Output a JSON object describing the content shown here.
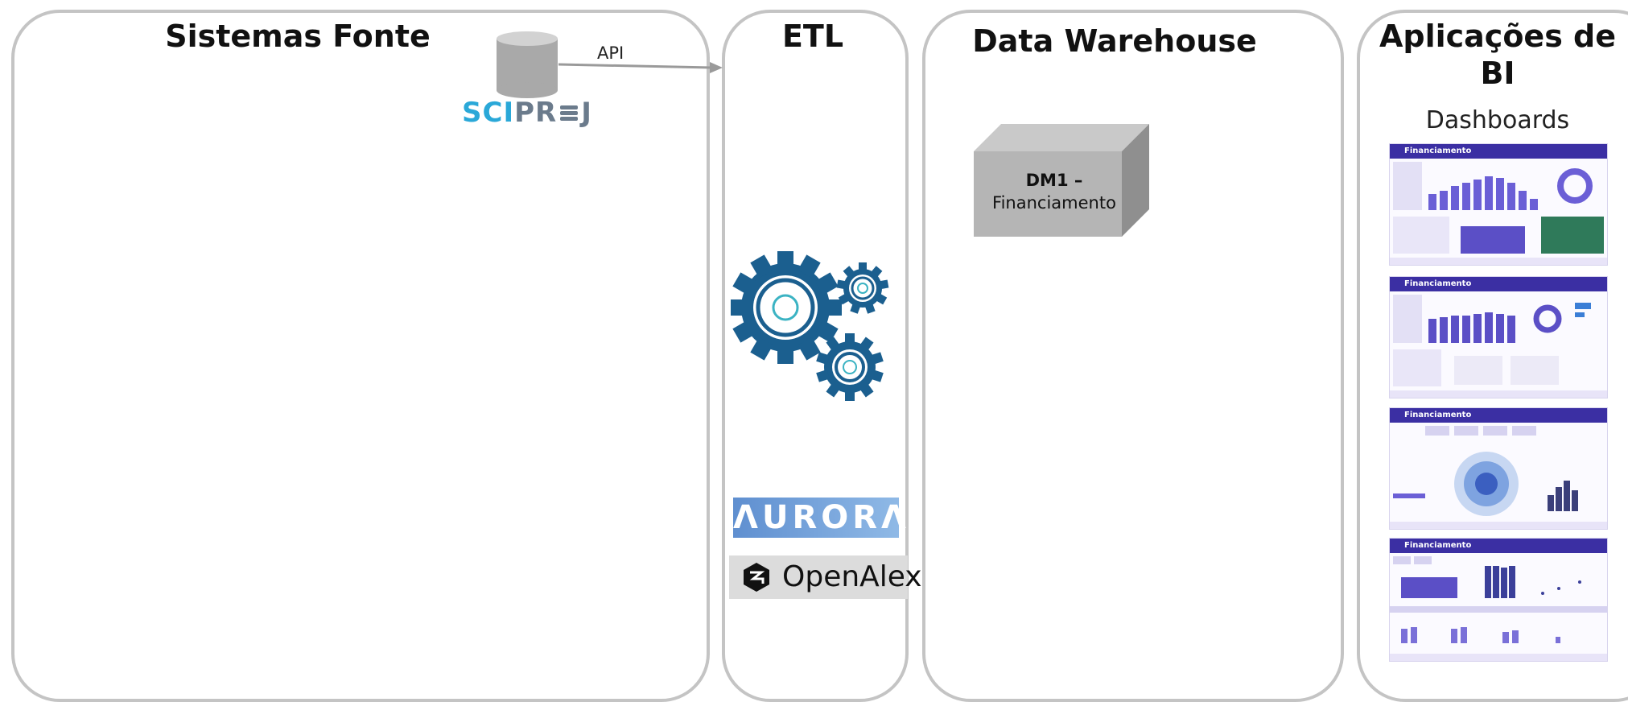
{
  "columns": {
    "sources": {
      "title": "Sistemas Fonte"
    },
    "etl": {
      "title": "ETL"
    },
    "warehouse": {
      "title": "Data Warehouse"
    },
    "bi": {
      "title_line1": "Aplicações de",
      "title_line2": "BI",
      "subtitle": "Dashboards"
    }
  },
  "source_system": {
    "logo_part1": "SCI",
    "logo_part2": "PR",
    "logo_part3": "J",
    "connector_label": "API"
  },
  "data_mart": {
    "line1": "DM1 –",
    "line2": "Financiamento"
  },
  "etl_tools": {
    "aurora": "ΛURORΛ",
    "openalex": "OpenAlex"
  },
  "dashboards": [
    {
      "title": "Financiamento"
    },
    {
      "title": "Financiamento"
    },
    {
      "title": "Financiamento"
    },
    {
      "title": "Financiamento"
    }
  ],
  "colors": {
    "panel_border": "#c4c4c4",
    "sciproj_blue": "#2aa8d8",
    "sciproj_gray": "#6b7b8c",
    "gear_blue": "#1b5f8f",
    "gear_accent": "#3bb3c3",
    "dashboard_header": "#3b2fa3",
    "dashboard_bar": "#6b5fd6"
  }
}
